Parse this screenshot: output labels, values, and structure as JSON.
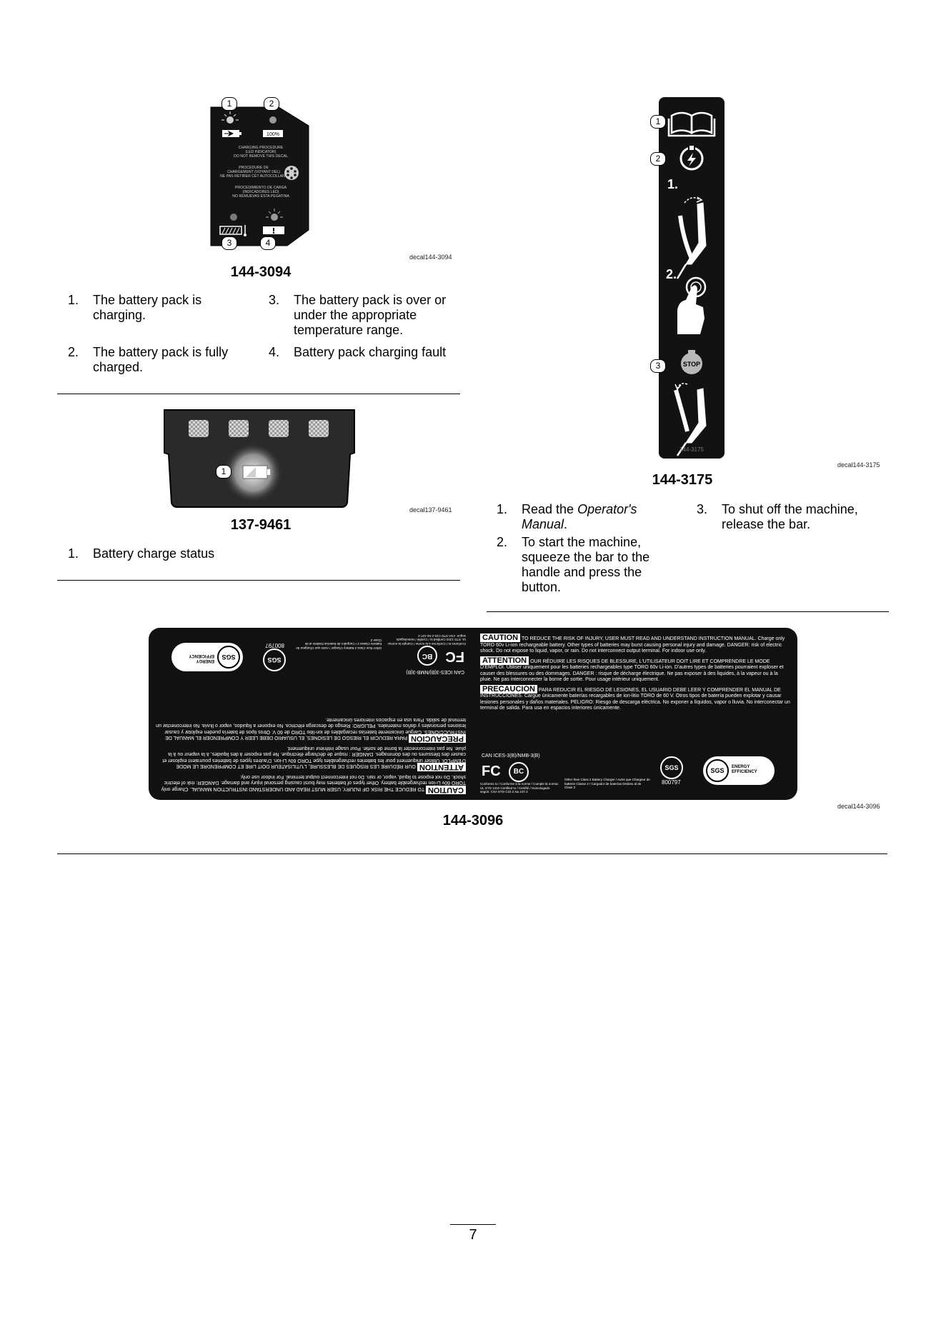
{
  "decal_3094": {
    "part_number": "144-3094",
    "decal_ref": "decal144-3094",
    "callouts": [
      "1",
      "2",
      "3",
      "4"
    ],
    "decal_text": {
      "percent": "100%",
      "en": [
        "CHARGING PROCEDURE",
        "(LED INDICATOR)",
        "DO NOT REMOVE THIS DECAL"
      ],
      "fr": [
        "PROCEDURE DE",
        "CHARGEMENT (VOYANT DEL)",
        "NE PAS RETIRER CET AUTOCOLLANT"
      ],
      "es": [
        "PROCEDIMIENTO DE CARGA",
        "(INDICADORES LED)",
        "NO REMUEVAS ESTA PEGATINA"
      ]
    },
    "items": [
      {
        "num": "1.",
        "text": "The battery pack is charging."
      },
      {
        "num": "2.",
        "text": "The battery pack is fully charged."
      },
      {
        "num": "3.",
        "text": "The battery pack is over or under the appropriate temperature range."
      },
      {
        "num": "4.",
        "text": "Battery pack charging fault"
      }
    ]
  },
  "decal_9461": {
    "part_number": "137-9461",
    "decal_ref": "decal137-9461",
    "callouts": [
      "1"
    ],
    "items": [
      {
        "num": "1.",
        "text": "Battery charge status"
      }
    ]
  },
  "decal_3175": {
    "part_number": "144-3175",
    "decal_ref": "decal144-3175",
    "callouts": [
      "1",
      "2",
      "3"
    ],
    "step_labels": [
      "1.",
      "2."
    ],
    "stop_label": "STOP",
    "decal_print": "144-3175",
    "items": [
      {
        "num": "1.",
        "text_before": "Read the ",
        "text_em": "Operator's Manual",
        "text_after": "."
      },
      {
        "num": "2.",
        "text": "To start the machine, squeeze the bar to the handle and press the button."
      },
      {
        "num": "3.",
        "text": "To shut off the machine, release the bar."
      }
    ]
  },
  "decal_3096": {
    "part_number": "144-3096",
    "decal_ref": "decal144-3096",
    "caution_label": "CAUTION",
    "attention_label": "ATTENTION",
    "precaucion_label": "PRECAUCIÓN",
    "caution_text": "TO REDUCE THE RISK OF INJURY, USER MUST READ AND UNDERSTAND INSTRUCTION MANUAL. Charge only TORO 60v Li-ion rechargeable battery. Other types of batteries may burst causing personal injury and damage. DANGER: risk of electric shock. Do not expose to liquid, vapor, or rain. Do not interconnect output terminal. For indoor use only.",
    "attention_text": "OUR RÉDUIRE LES RISQUES DE BLESSURE, L'UTILISATEUR DOIT LIRE ET COMPRENDRE LE MODE D'EMPLOI. Utiliser uniquement pour les batteries rechargeables type TORO 60v Li-ion. D'autres types de batteries pourraient exploser et causer des blessures ou des dommages. DANGER : risque de décharge électrique. Ne pas exposer à des liquides, à la vapeur ou à la pluie. Ne pas interconnecter la borne de sortie. Pour usage intérieur uniquement.",
    "precaucion_text": "PARA REDUCIR EL RIESGO DE LESIONES, EL USUARIO DEBE LEER Y COMPRENDER EL MANUAL DE INSTRUCCIONES. Cargue únicamente baterías recargables de ion-litio TORO de 60 V. Otros tipos de batería pueden explotar y causar lesiones personales y daños materiales. PELIGRO: Riesgo de descarga eléctrica. No exponer a líquidos, vapor o lluvia. No interconectar un terminal de salida. Para usa en espacios interiores únicamente.",
    "can_ices": "CAN ICES-3(B)/NMB-3(B)",
    "fc": "FC",
    "bc": "BC",
    "sgs": "SGS",
    "energy_efficiency": "ENERGY EFFICIENCY",
    "cert_number": "800797",
    "conforms": "Conforms to / Conforme à la norme / Cumple la norma: UL STD 1310 Certified to / Certifié / Homologado según: CSA STD C22.2 No.107.2",
    "class2": "Other than Class 2 Battery Charger / Autre que Chargeur de batterie Classe 2 / Cargador de baterías Distinto al de Clase 2"
  },
  "page_number": "7"
}
